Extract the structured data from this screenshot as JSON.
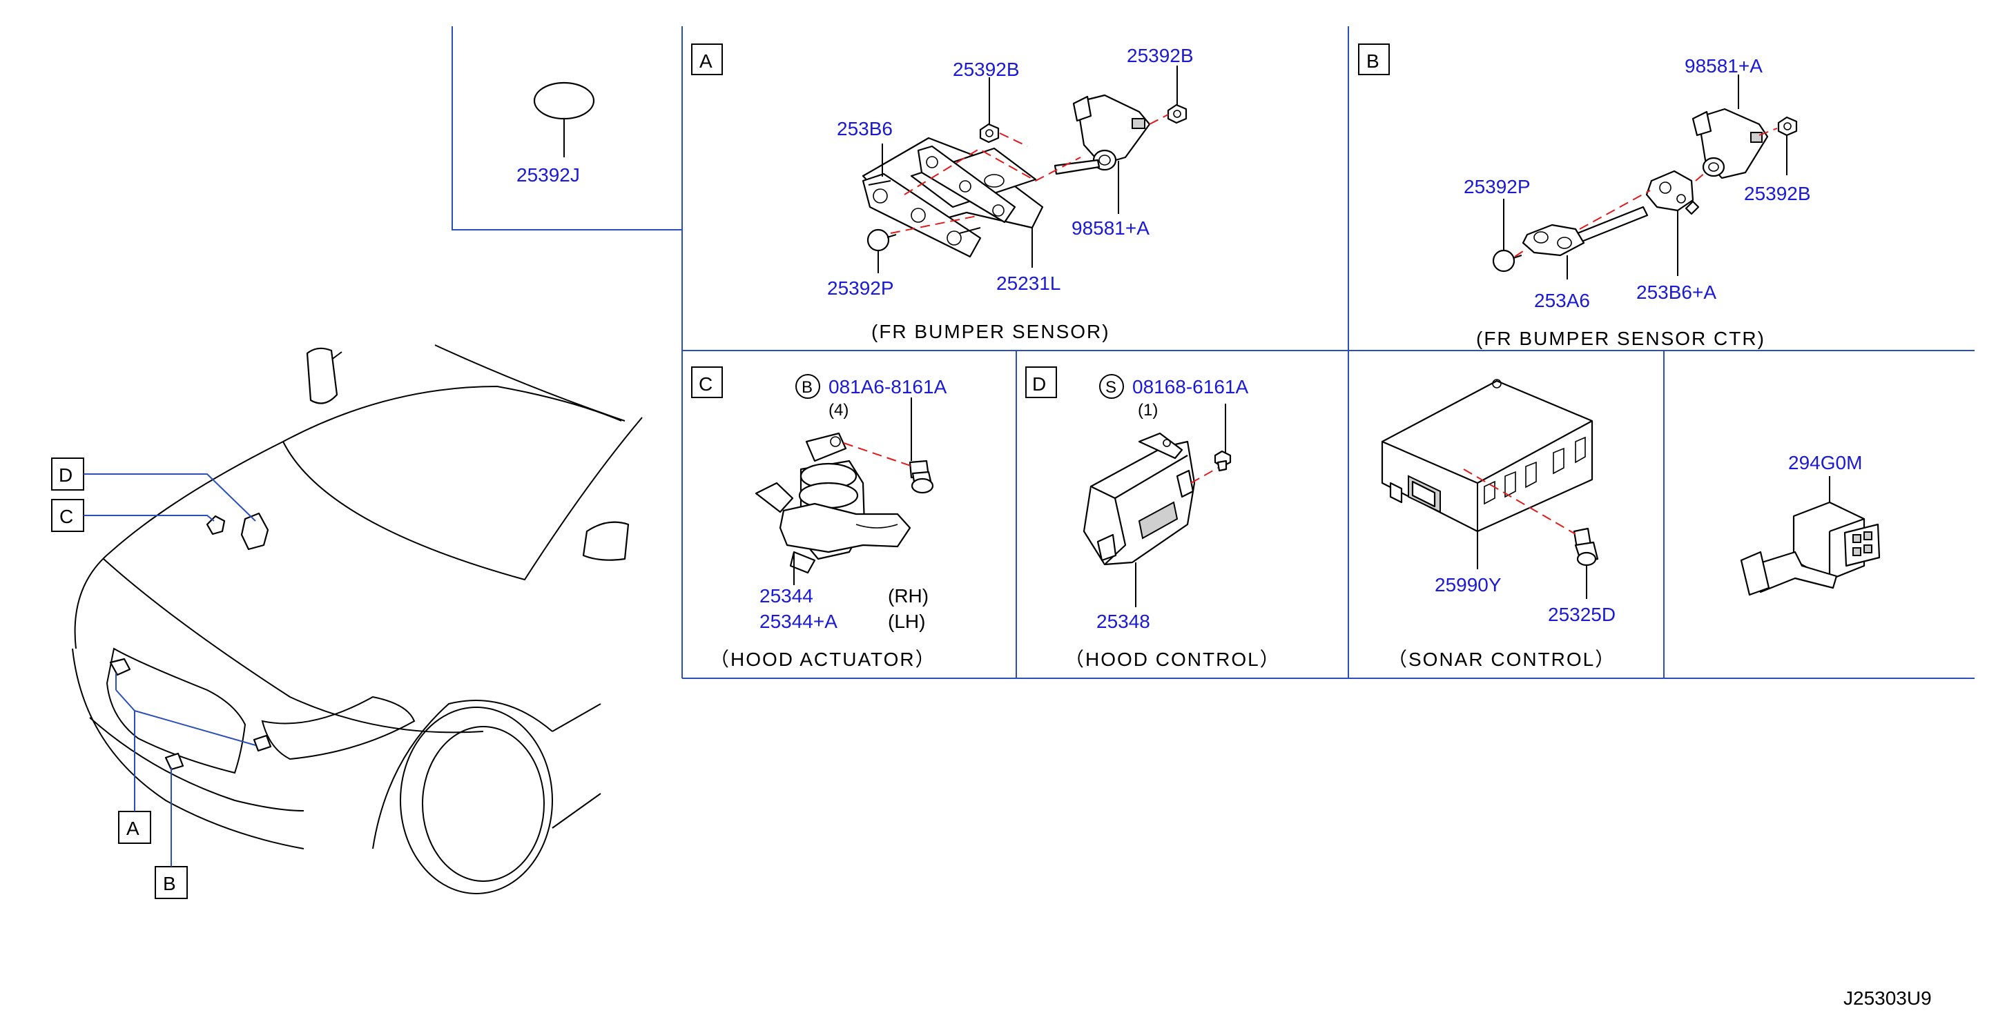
{
  "diagram_code": "J25303U9",
  "top_left_part": "25392J",
  "panels": {
    "A": {
      "label": "A",
      "caption": "(FR  BUMPER  SENSOR)",
      "parts": [
        "25392B",
        "25392B",
        "253B6",
        "98581+A",
        "25392P",
        "25231L"
      ]
    },
    "B": {
      "label": "B",
      "caption": "(FR  BUMPER  SENSOR  CTR)",
      "parts": [
        "98581+A",
        "25392P",
        "25392B",
        "253A6",
        "253B6+A"
      ]
    },
    "C": {
      "label": "C",
      "caption": "（HOOD  ACTUATOR）",
      "bolt_symbol": "B",
      "bolt_part": "081A6-8161A",
      "bolt_qty": "(4)",
      "parts": [
        "25344",
        "25344+A"
      ],
      "sides": [
        "(RH)",
        "(LH)"
      ]
    },
    "D": {
      "label": "D",
      "caption": "（HOOD  CONTROL）",
      "bolt_symbol": "S",
      "bolt_part": "08168-6161A",
      "bolt_qty": "(1)",
      "parts": [
        "25348"
      ]
    },
    "sonar": {
      "caption": "（SONAR  CONTROL）",
      "parts": [
        "25990Y",
        "25325D"
      ]
    },
    "harness": {
      "parts": [
        "294G0M"
      ]
    }
  },
  "car_callouts": [
    "D",
    "C",
    "A",
    "B"
  ]
}
